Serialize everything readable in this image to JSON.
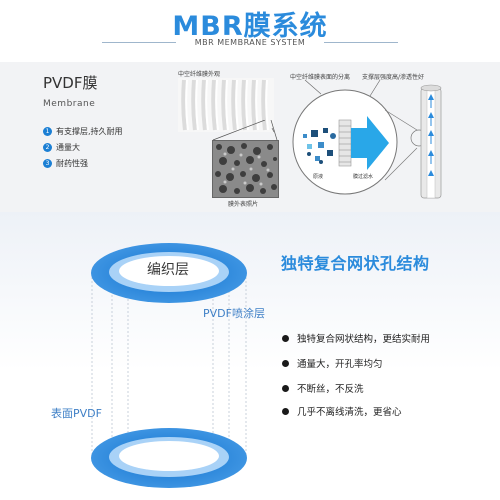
{
  "header": {
    "title": "MBR膜系统",
    "subtitle": "MBR MEMBRANE SYSTEM"
  },
  "intro": {
    "title": "PVDF膜",
    "subtitle": "Membrane",
    "features": [
      {
        "num": "1",
        "text": "有支撑层,持久耐用"
      },
      {
        "num": "2",
        "text": "通量大"
      },
      {
        "num": "3",
        "text": "耐药性强"
      }
    ]
  },
  "images": {
    "fiber_caption": "中空纤维膜外观",
    "sem_caption": "膜外表照片",
    "diagram_caption_left": "中空纤维膜表面的分离",
    "diagram_caption_right": "支撑层强度高/渗透性好",
    "diagram_label_raw": "原液",
    "diagram_label_filtered": "膜过滤水"
  },
  "structure": {
    "label_weave": "编织层",
    "label_spray": "PVDF喷涂层",
    "label_surface": "表面PVDF"
  },
  "unique": {
    "title": "独特复合网状孔结构",
    "points": [
      "独特复合网状结构，更结实耐用",
      "通量大，开孔率均匀",
      "不断丝，不反洗",
      "几乎不离线清洗，更省心"
    ]
  },
  "colors": {
    "accent": "#2b8bdc",
    "badge": "#1b7fd4",
    "panel": "#f2f3f5"
  }
}
